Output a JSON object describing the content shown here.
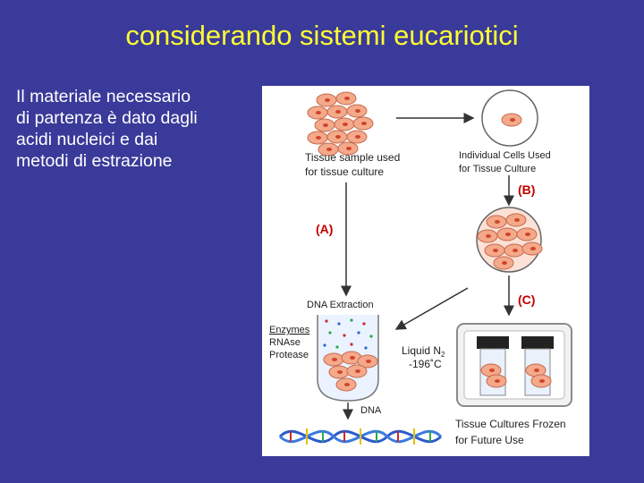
{
  "slide": {
    "title": "considerando sistemi eucariotici",
    "text_lines": [
      "Il materiale necessario",
      "di partenza è dato dagli",
      "acidi nucleici e dai",
      "metodi di estrazione"
    ]
  },
  "diagram": {
    "tissue_sample_label": [
      "Tissue sample used",
      "for tissue culture"
    ],
    "individual_cells_label": [
      "Individual Cells Used",
      "for Tissue Culture"
    ],
    "step_a": "(A)",
    "step_b": "(B)",
    "step_c": "(C)",
    "dna_extraction_label": "DNA Extraction",
    "reagents": [
      "Enzymes",
      "RNAse",
      "Protease"
    ],
    "liquid_n2_label": "Liquid N",
    "liquid_n2_sub": "2",
    "temperature_label": "-196˚C",
    "dna_label": "DNA",
    "frozen_label": [
      "Tissue Cultures Frozen",
      "for Future Use"
    ]
  },
  "colors": {
    "background": "#3a3a9a",
    "title": "#ffff33",
    "cell_fill": "#f4a98a",
    "nucleus": "#d0442a",
    "step_label": "#c00000"
  }
}
